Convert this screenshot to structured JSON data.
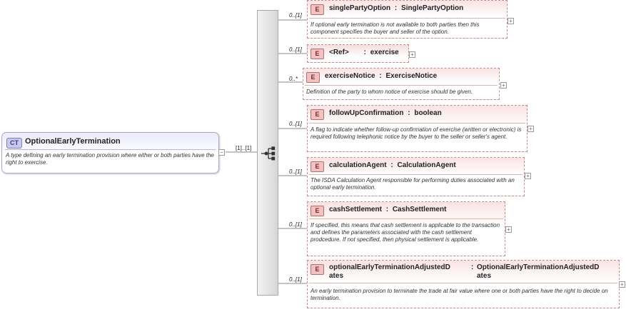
{
  "complex_type": {
    "badge": "CT",
    "name": "OptionalEarlyTermination",
    "documentation": "A type defining an early termination provision where either or both parties have the right to exercise."
  },
  "sequence": {
    "cardinality": "[1]..[1]"
  },
  "elements": [
    {
      "cardinality": "0..[1]",
      "badge": "E",
      "name": "singlePartyOption",
      "separator": ":",
      "type": "SinglePartyOption",
      "documentation": "If optional early termination is not available to both parties then this component specifies the buyer and seller of the option."
    },
    {
      "cardinality": "0..[1]",
      "badge": "E",
      "name": "<Ref>",
      "separator": ":",
      "type": "exercise",
      "documentation": ""
    },
    {
      "cardinality": "0..*",
      "badge": "E",
      "name": "exerciseNotice",
      "separator": ":",
      "type": "ExerciseNotice",
      "documentation": "Definition of the party to whom notice of exercise should be given."
    },
    {
      "cardinality": "0..[1]",
      "badge": "E",
      "name": "followUpConfirmation",
      "separator": ":",
      "type": "boolean",
      "documentation": "A flag to indicate whether follow-up confirmation of exercise (written or electronic) is required following telephonic notice by the buyer to the seller or seller's agent."
    },
    {
      "cardinality": "0..[1]",
      "badge": "E",
      "name": "calculationAgent",
      "separator": ":",
      "type": "CalculationAgent",
      "documentation": "The ISDA Calculation Agent responsible for performing duties associated with an optional early termination."
    },
    {
      "cardinality": "0..[1]",
      "badge": "E",
      "name": "cashSettlement",
      "separator": ":",
      "type": "CashSettlement",
      "documentation": "If specified, this means that cash settlement is applicable to the transaction and defines the parameters associated with the cash settlement prodcedure. If not specified, then physical settlement is applicable."
    },
    {
      "cardinality": "0..[1]",
      "badge": "E",
      "name_line1": "optionalEarlyTerminationAdjustedD",
      "name_line2": "ates",
      "separator": ":",
      "type_line1": "OptionalEarlyTerminationAdjustedD",
      "type_line2": "ates",
      "documentation": "An early termination provision to terminate the trade at fair value where one or both parties have the right to decide on termination."
    }
  ],
  "colors": {
    "complex_type_border": "#a9a9c9",
    "element_border": "#c48c8c",
    "element_badge": "#f2c2c2",
    "connector": "#808080"
  },
  "icons": {
    "expand": "plus-box-icon",
    "sequence": "sequence-compositor-icon",
    "collapse": "minus-box-icon"
  }
}
